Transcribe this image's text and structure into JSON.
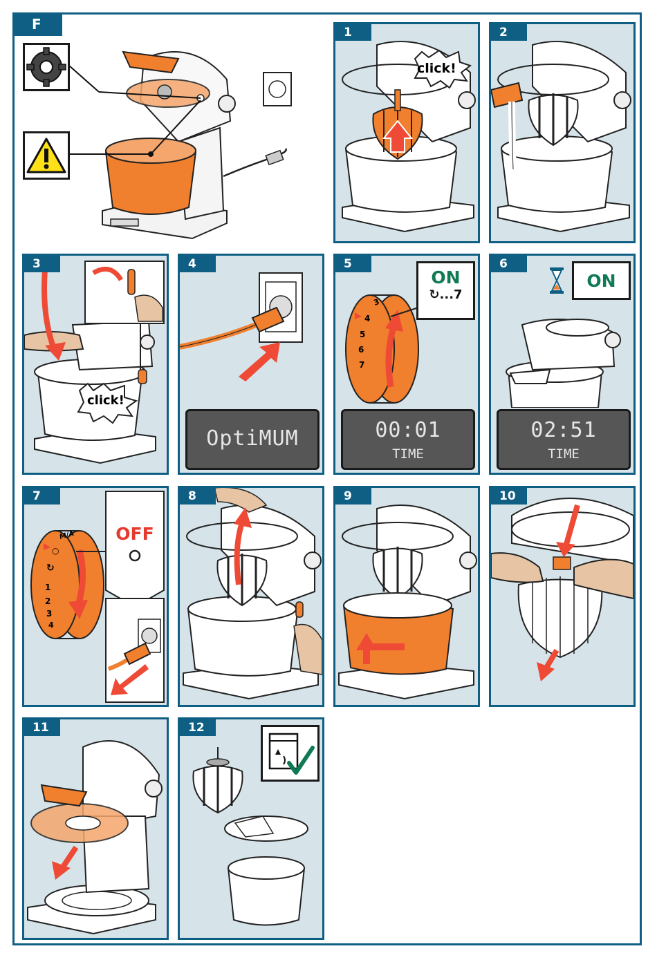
{
  "section_label": "F",
  "colors": {
    "accent": "#0f5f84",
    "panel_bg": "#d6e4ea",
    "orange": "#f07f2e",
    "arrow_red": "#ee4a35",
    "on_green": "#0f7a53",
    "off_red": "#e53a2c",
    "display_bg": "#565656"
  },
  "overview": {
    "icons": [
      "gear-icon",
      "warning-icon"
    ]
  },
  "steps": [
    {
      "number": "1",
      "click_text": "click!"
    },
    {
      "number": "2"
    },
    {
      "number": "3",
      "click_text": "click!"
    },
    {
      "number": "4",
      "display_text": "OptiMUM"
    },
    {
      "number": "5",
      "on_text": "ON",
      "speed_text": "↻...7",
      "display_time": "00:01",
      "display_label": "TIME",
      "dial_digits": [
        "3",
        "4",
        "5",
        "6",
        "7"
      ]
    },
    {
      "number": "6",
      "on_text": "ON",
      "display_time": "02:51",
      "display_label": "TIME",
      "icon": "hourglass-icon"
    },
    {
      "number": "7",
      "off_text": "OFF",
      "dial_digits": [
        "M/A",
        "○",
        "↻",
        "1",
        "2",
        "3",
        "4"
      ]
    },
    {
      "number": "8"
    },
    {
      "number": "9"
    },
    {
      "number": "10"
    },
    {
      "number": "11"
    },
    {
      "number": "12",
      "icon": "dishwasher-safe-icon"
    }
  ]
}
